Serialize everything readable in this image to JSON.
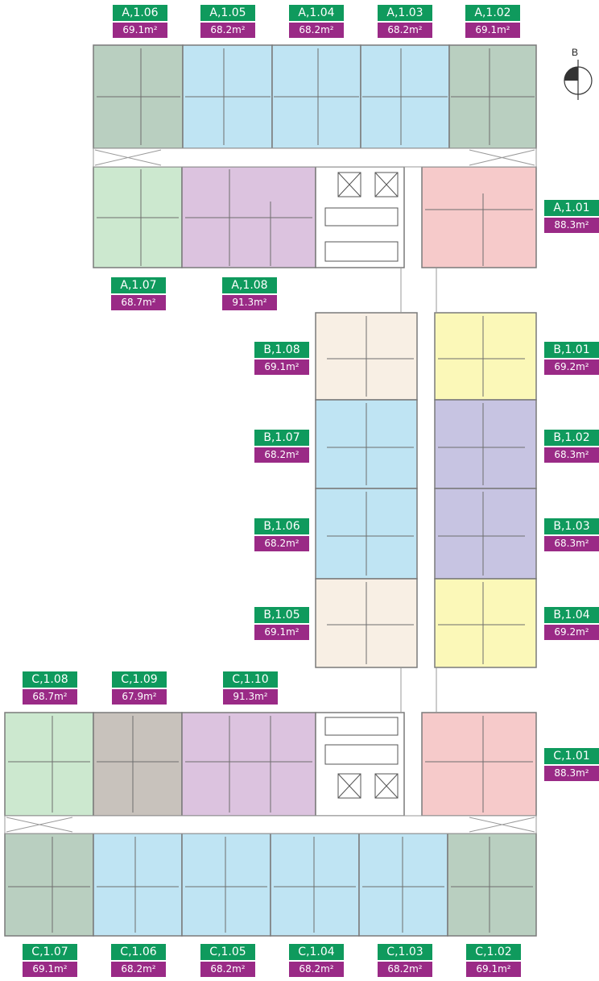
{
  "colors": {
    "green_dark": "#b9cfc0",
    "green_light": "#cce8cf",
    "blue": "#bfe4f3",
    "purple": "#dcc3df",
    "pink": "#f6caca",
    "cream": "#f8efe4",
    "yellow": "#fbf8b8",
    "lavender": "#c7c4e2",
    "taupe": "#c8c2bc",
    "label_code": "#0f9a5d",
    "label_area": "#9a2a86"
  },
  "compass": {
    "letter": "B"
  },
  "units": {
    "A106": {
      "code": "A,1.06",
      "area": "69.1m²"
    },
    "A105": {
      "code": "A,1.05",
      "area": "68.2m²"
    },
    "A104": {
      "code": "A,1.04",
      "area": "68.2m²"
    },
    "A103": {
      "code": "A,1.03",
      "area": "68.2m²"
    },
    "A102": {
      "code": "A,1.02",
      "area": "69.1m²"
    },
    "A101": {
      "code": "A,1.01",
      "area": "88.3m²"
    },
    "A107": {
      "code": "A,1.07",
      "area": "68.7m²"
    },
    "A108": {
      "code": "A,1.08",
      "area": "91.3m²"
    },
    "B108": {
      "code": "B,1.08",
      "area": "69.1m²"
    },
    "B107": {
      "code": "B,1.07",
      "area": "68.2m²"
    },
    "B106": {
      "code": "B,1.06",
      "area": "68.2m²"
    },
    "B105": {
      "code": "B,1.05",
      "area": "69.1m²"
    },
    "B101": {
      "code": "B,1.01",
      "area": "69.2m²"
    },
    "B102": {
      "code": "B,1.02",
      "area": "68.3m²"
    },
    "B103": {
      "code": "B,1.03",
      "area": "68.3m²"
    },
    "B104": {
      "code": "B,1.04",
      "area": "69.2m²"
    },
    "C108": {
      "code": "C,1.08",
      "area": "68.7m²"
    },
    "C109": {
      "code": "C,1.09",
      "area": "67.9m²"
    },
    "C110": {
      "code": "C,1.10",
      "area": "91.3m²"
    },
    "C101": {
      "code": "C,1.01",
      "area": "88.3m²"
    },
    "C107": {
      "code": "C,1.07",
      "area": "69.1m²"
    },
    "C106": {
      "code": "C,1.06",
      "area": "68.2m²"
    },
    "C105": {
      "code": "C,1.05",
      "area": "68.2m²"
    },
    "C104": {
      "code": "C,1.04",
      "area": "68.2m²"
    },
    "C103": {
      "code": "C,1.03",
      "area": "68.2m²"
    },
    "C102": {
      "code": "C,1.02",
      "area": "69.1m²"
    }
  }
}
